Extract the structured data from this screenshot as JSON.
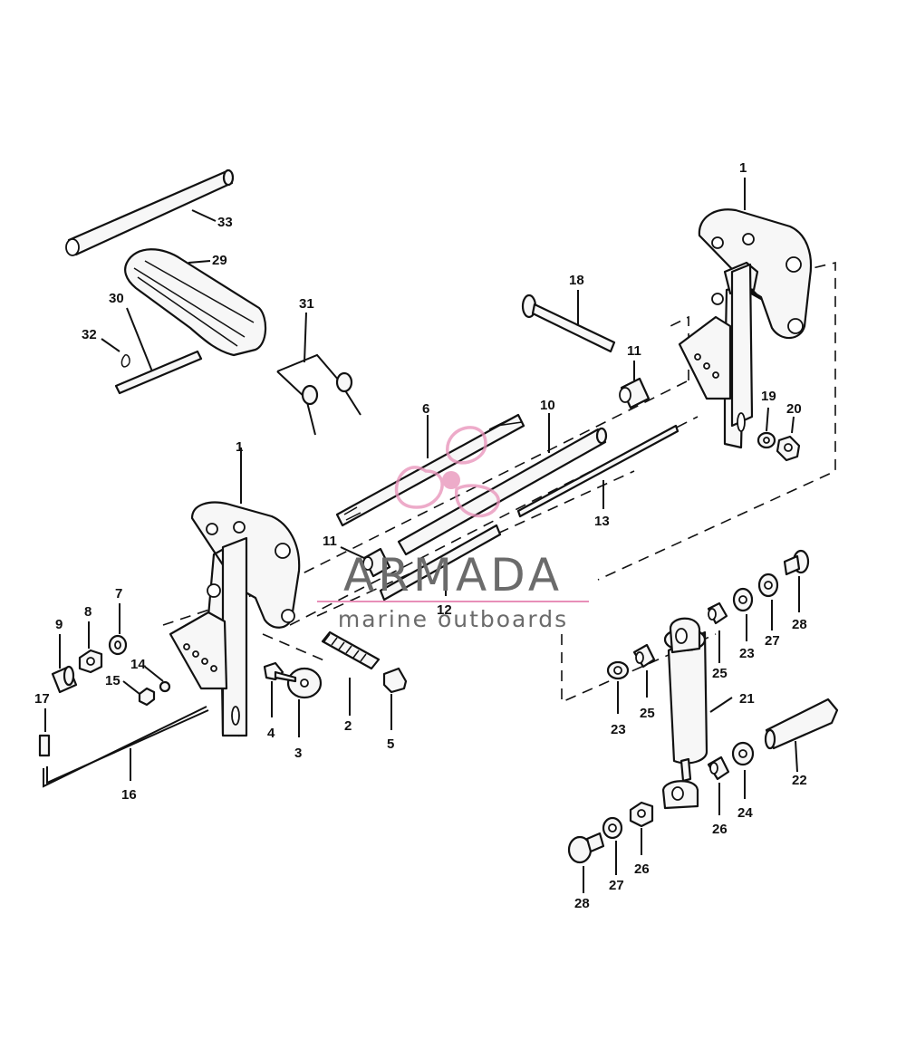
{
  "watermark": {
    "title": "ARMADA",
    "subtitle": "marine outboards",
    "logo_color": "#e88fb8",
    "text_color": "#6b6b6b"
  },
  "labels": {
    "p1_right": "1",
    "p1_left": "1",
    "p2": "2",
    "p3": "3",
    "p4": "4",
    "p5": "5",
    "p6": "6",
    "p7": "7",
    "p8": "8",
    "p9": "9",
    "p10": "10",
    "p11_upper": "11",
    "p11_lower": "11",
    "p12": "12",
    "p13": "13",
    "p14": "14",
    "p15": "15",
    "p16": "16",
    "p17": "17",
    "p18": "18",
    "p19": "19",
    "p20": "20",
    "p21": "21",
    "p22": "22",
    "p23_upper": "23",
    "p23_lower": "23",
    "p24": "24",
    "p25_upper": "25",
    "p25_lower": "25",
    "p26_upper": "26",
    "p26_lower": "26",
    "p27_upper": "27",
    "p27_lower": "27",
    "p28_upper": "28",
    "p28_lower": "28",
    "p29": "29",
    "p30": "30",
    "p31": "31",
    "p32": "32",
    "p33": "33"
  }
}
